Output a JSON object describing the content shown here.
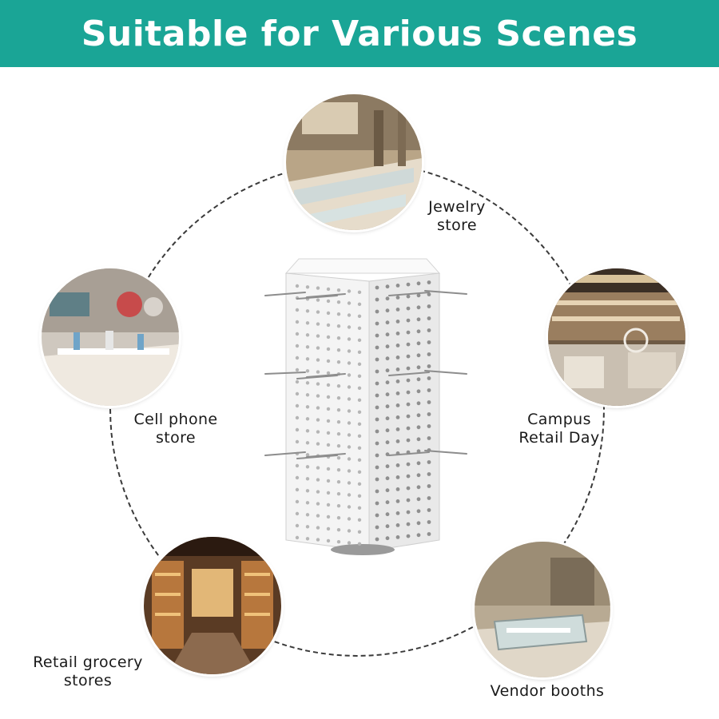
{
  "banner": {
    "title": "Suitable for Various Scenes",
    "color": "#1aa596"
  },
  "scenes": [
    {
      "id": "jewelry",
      "lines": [
        "Jewelry",
        "store"
      ]
    },
    {
      "id": "cell-phone",
      "lines": [
        "Cell phone",
        "store"
      ]
    },
    {
      "id": "campus",
      "lines": [
        "Campus",
        "Retail Day"
      ]
    },
    {
      "id": "grocery",
      "lines": [
        "Retail grocery",
        "stores"
      ]
    },
    {
      "id": "vendor",
      "lines": [
        "Vendor booths"
      ]
    }
  ],
  "product": {
    "name": "rotating pegboard display rack",
    "color": "#f2f2f2"
  }
}
